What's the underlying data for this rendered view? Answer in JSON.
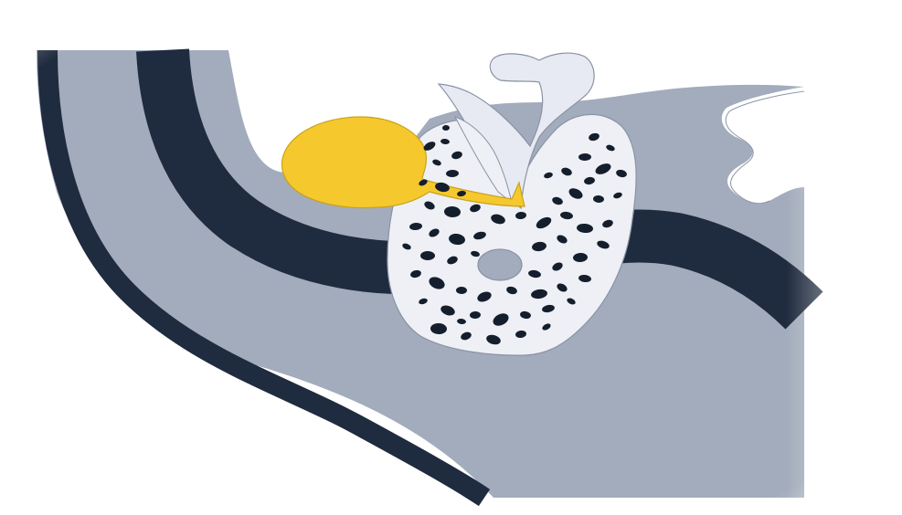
{
  "illustration": {
    "colors": {
      "background": "#ffffff",
      "gray_tissue": "#a3acbc",
      "dark_band": "#1f2b3e",
      "root_pale": "#e7eaf2",
      "bone_fill": "#eef0f5",
      "bone_spots": "#151e2c",
      "cyst_yellow": "#f5c92e",
      "outline": "#8a93a5"
    },
    "icons": [
      "sheath-layers",
      "root-fragment",
      "cancellous-bone",
      "central-canal",
      "yellow-sac",
      "tongue-like-process"
    ]
  }
}
